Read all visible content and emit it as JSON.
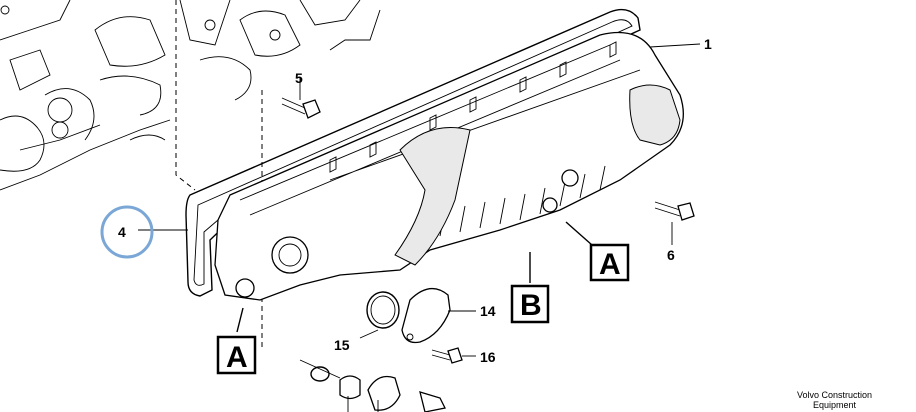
{
  "callouts": {
    "c1": "1",
    "c4": "4",
    "c5": "5",
    "c6": "6",
    "c14": "14",
    "c15": "15",
    "c16": "16"
  },
  "views": {
    "a_left": "A",
    "a_right": "A",
    "b": "B"
  },
  "credit": {
    "line1": "Volvo Construction",
    "line2": "Equipment"
  },
  "colors": {
    "highlight_circle": "#7aa7d6",
    "ink": "#000000"
  }
}
